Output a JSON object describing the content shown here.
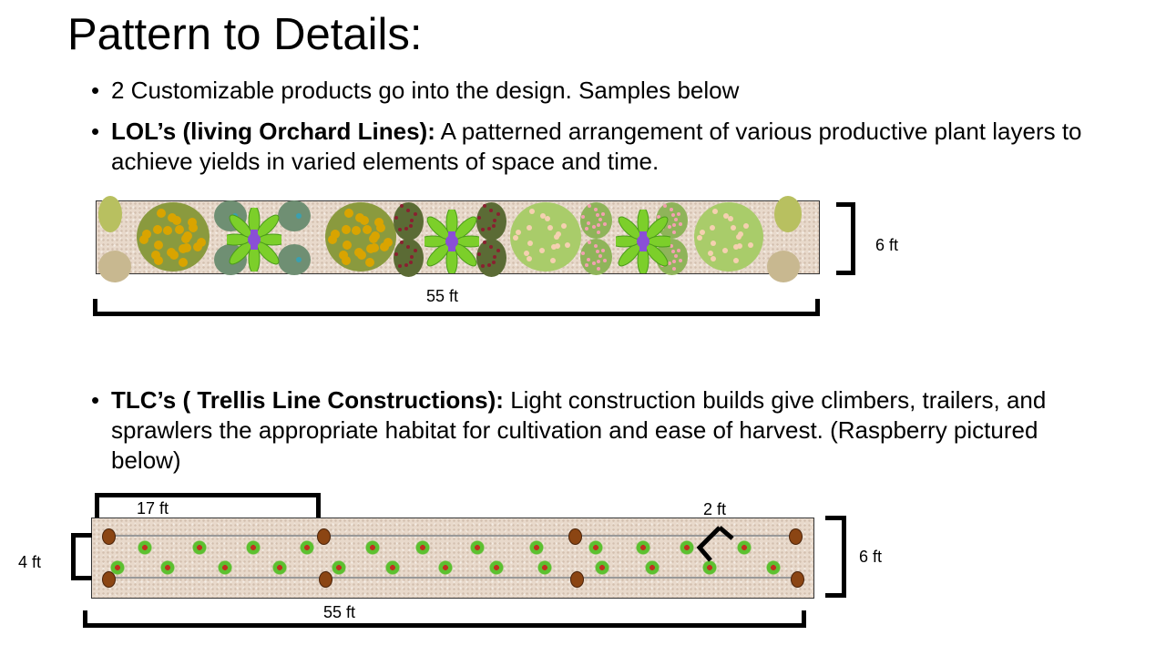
{
  "title": "Pattern to Details:",
  "bullets": [
    {
      "text": "2 Customizable products go into the design. Samples below"
    },
    {
      "bold": "LOL’s (living Orchard Lines):",
      "text": " A patterned arrangement of various productive plant layers to achieve yields in varied elements of space and time."
    },
    {
      "bold": "TLC’s ( Trellis Line Constructions):",
      "text": " Light construction builds give climbers, trailers, and sprawlers the appropriate habitat for cultivation and ease of harvest. (Raspberry pictured below)"
    }
  ],
  "bullet_char": "•",
  "lol": {
    "width_label": "6 ft",
    "length_label": "55 ft"
  },
  "tlc": {
    "post_spacing_label": "17 ft",
    "trellis_width_label": "4 ft",
    "plant_spacing_label": "2 ft",
    "width_label": "6 ft",
    "length_label": "55 ft"
  },
  "colors": {
    "soil": "#e8d9cb",
    "post": "#8b4513",
    "olive": "#8a9a3e",
    "fruit": "#d9a400",
    "sage": "#6f8f73",
    "leaf": "#7ccf2a",
    "flower": "#8a4fd6",
    "darkshrub": "#5b6b35",
    "lightshrub": "#a9cc6a",
    "pinkfruit": "#f2a0b0"
  }
}
